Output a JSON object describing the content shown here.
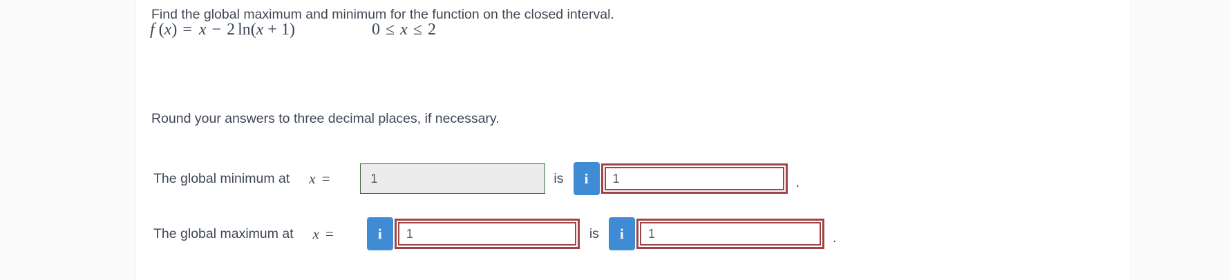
{
  "page": {
    "background": "#ffffff",
    "side_margin_color": "#fafafa"
  },
  "problem": {
    "statement": "Find the global maximum and minimum for the function on the closed interval.",
    "instruction": "Round your answers to three decimal places, if necessary.",
    "formula": {
      "f": "f",
      "open1": "(",
      "var1": "x",
      "close1": ")",
      "equals": "=",
      "term_x": "x",
      "minus": "−",
      "coefficient": "2",
      "func": "ln",
      "open2": "(",
      "var2": "x",
      "plus": "+",
      "one": "1",
      "close2": ")"
    },
    "interval": {
      "lower": "0",
      "leq1": "≤",
      "var": "x",
      "leq2": "≤",
      "upper": "2"
    }
  },
  "answers": {
    "min": {
      "label": "The global minimum at",
      "var": "x",
      "equals": "=",
      "x_input": {
        "value": "1",
        "state": "correct"
      },
      "is": "is",
      "info_icon": "i",
      "f_input": {
        "value": "1",
        "state": "incorrect"
      },
      "period": "."
    },
    "max": {
      "label": "The global maximum at",
      "var": "x",
      "equals": "=",
      "info_icon_x": "i",
      "x_input": {
        "value": "1",
        "state": "incorrect"
      },
      "is": "is",
      "info_icon_f": "i",
      "f_input": {
        "value": "1",
        "state": "incorrect"
      },
      "period": "."
    }
  },
  "colors": {
    "text": "#3e4754",
    "correct_border": "#2f6b31",
    "correct_bg": "#ececec",
    "incorrect_border": "#9f4444",
    "info_button_bg": "#3f8cd5",
    "info_button_fg": "#ffffff"
  }
}
